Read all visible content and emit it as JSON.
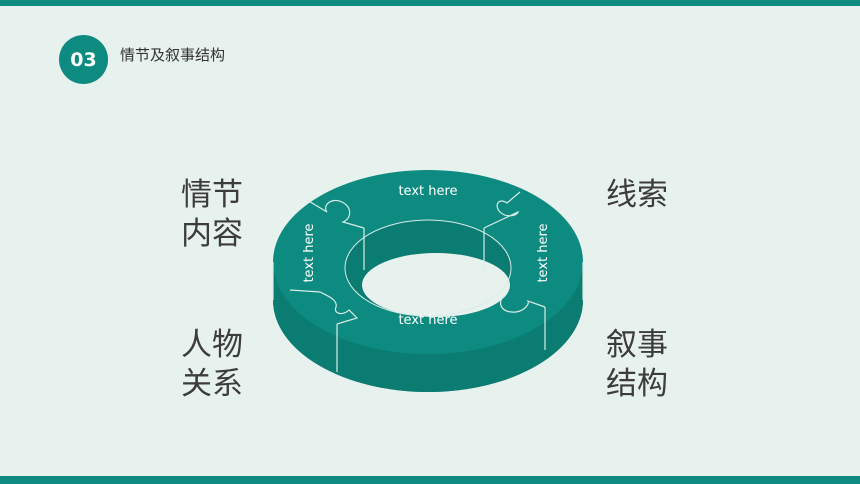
{
  "header": {
    "number": "03",
    "title": "情节及叙事结构"
  },
  "labels": {
    "top_left": "情节\n内容",
    "top_right": "线索",
    "bottom_left": "人物\n关系",
    "bottom_right": "叙事\n结构"
  },
  "ring": {
    "segments": [
      "text here",
      "text here",
      "text here",
      "text here"
    ]
  },
  "colors": {
    "accent": "#0e8b80",
    "background": "#e7f1ee"
  }
}
